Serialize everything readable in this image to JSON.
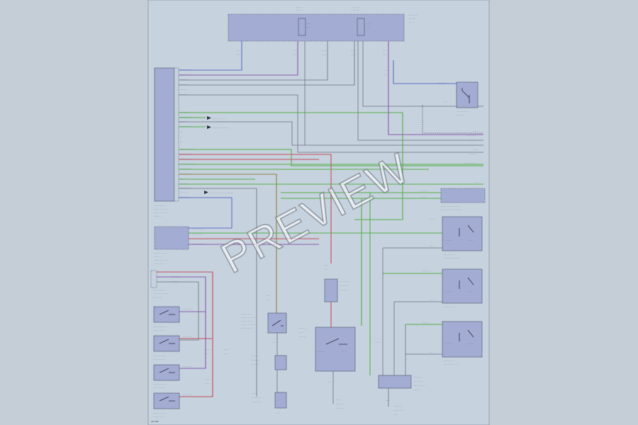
{
  "watermark": "PREVIEW",
  "colors": {
    "background": "#c5ced6",
    "sheet": "#c6d2dd",
    "block_fill": "#a3acd2",
    "wire_green": "#55b04a",
    "wire_red": "#c45060",
    "wire_blue": "#6070c8",
    "wire_violet": "#8a5cae",
    "wire_gray": "#6a7282",
    "wire_olive": "#8e8248"
  },
  "icons": [
    "switch-contact-icon",
    "connector-arrow-icon"
  ],
  "labels": {
    "fuse_box": "FUSE BOX",
    "door_lock_module": "DOOR LOCK MODULE",
    "switch": "SWITCH",
    "sheet_id": "A0 005"
  }
}
